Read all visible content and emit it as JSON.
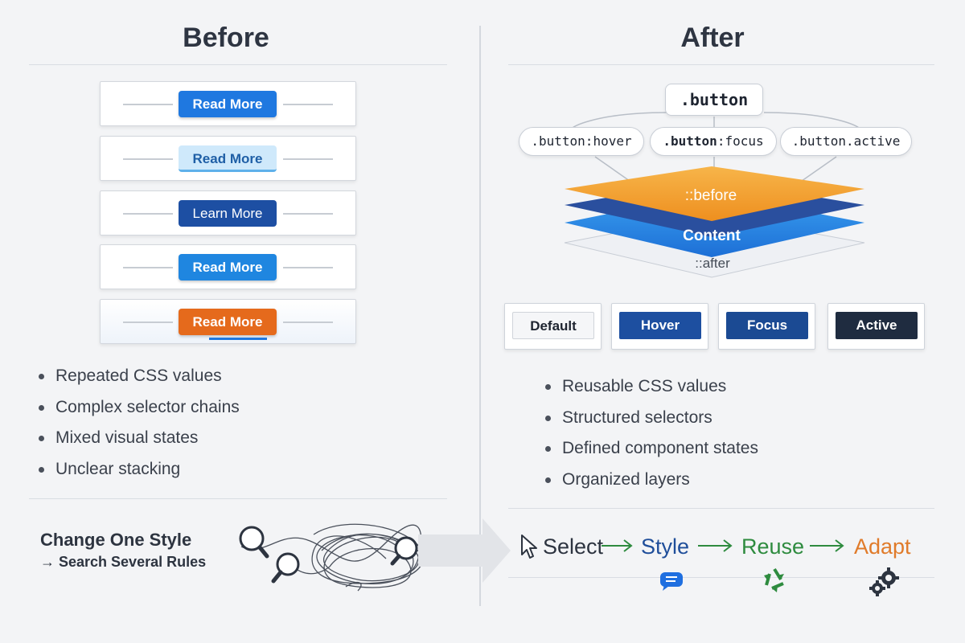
{
  "before": {
    "title": "Before",
    "buttons": [
      {
        "label": "Read More",
        "color": "#1f78e0"
      },
      {
        "label": "Read More",
        "color": "#cfe9fb"
      },
      {
        "label": "Learn More",
        "color": "#1d4fa3"
      },
      {
        "label": "Read More",
        "color": "#1f86e0"
      },
      {
        "label": "Read More",
        "color": "#e56a1c"
      }
    ],
    "bullets": [
      "Repeated CSS values",
      "Complex selector chains",
      "Mixed visual states",
      "Unclear stacking"
    ],
    "change_title": "Change One Style",
    "change_subtitle": "→ Search Several Rules"
  },
  "after": {
    "title": "After",
    "selector_main": ".button",
    "selectors": {
      "hover": ".button:hover",
      "focus_bold": ".button",
      "focus_rest": ":focus",
      "active": ".button.active"
    },
    "layers": {
      "before": "::before",
      "content": "Content",
      "after": "::after"
    },
    "states": [
      {
        "label": "Default",
        "color": "#f5f6f8"
      },
      {
        "label": "Hover",
        "color": "#1d4fa0"
      },
      {
        "label": "Focus",
        "color": "#1b4a93"
      },
      {
        "label": "Active",
        "color": "#1f2c40"
      }
    ],
    "bullets": [
      "Reusable CSS values",
      "Structured selectors",
      "Defined component states",
      "Organized layers"
    ],
    "flow": [
      {
        "label": "Select",
        "color": "#2d3440"
      },
      {
        "label": "Style",
        "color": "#1f4e9a"
      },
      {
        "label": "Reuse",
        "color": "#2e8b3f"
      },
      {
        "label": "Adapt",
        "color": "#e07b2a"
      }
    ]
  },
  "icons": {
    "cursor": "cursor-icon",
    "chat": "chat-icon",
    "recycle": "recycle-icon",
    "gears": "gears-icon",
    "magnifier": "magnifier-icon"
  }
}
